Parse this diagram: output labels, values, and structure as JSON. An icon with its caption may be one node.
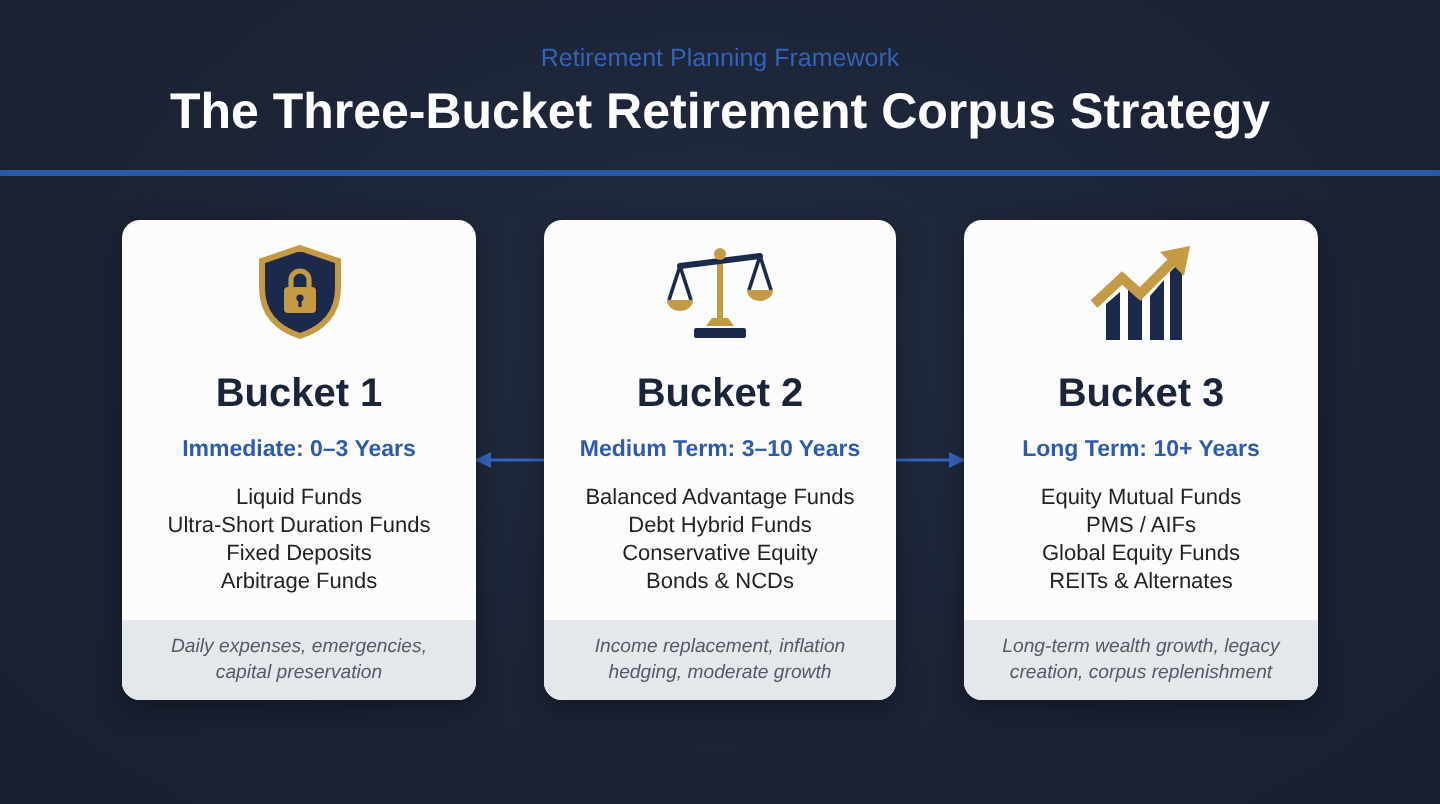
{
  "diagram": {
    "title": "The Three-Bucket Retirement Corpus Strategy",
    "nodes": [
      {
        "text": [
          "Bucket 1",
          "Immediate: 0–3 Years",
          "Liquid Funds",
          "Ultra-Short Duration Funds",
          "Fixed Deposits",
          "Arbitrage Funds",
          "Daily expenses, emergencies, capital preservation"
        ]
      },
      {
        "text": [
          "Bucket 2",
          "Medium Term: 3–10 Years",
          "Balanced Advantage Funds",
          "Debt Hybrid Funds",
          "Conservative Equity",
          "Bonds & NCDs",
          "Income replacement, inflation hedging, moderate growth"
        ]
      },
      {
        "text": [
          "Bucket 3",
          "Long Term: 10+ Years",
          "Equity Mutual Funds",
          "PMS / AIFs",
          "Global Equity Funds",
          "REITs & Alternates",
          "Long-term wealth growth, legacy creation, corpus replenishment"
        ]
      }
    ],
    "edges": [
      {
        "from": 1,
        "to": 0,
        "arrow": "to"
      },
      {
        "from": 1,
        "to": 2,
        "arrow": "to"
      }
    ],
    "labels": [
      "Retirement Planning Framework"
    ]
  }
}
